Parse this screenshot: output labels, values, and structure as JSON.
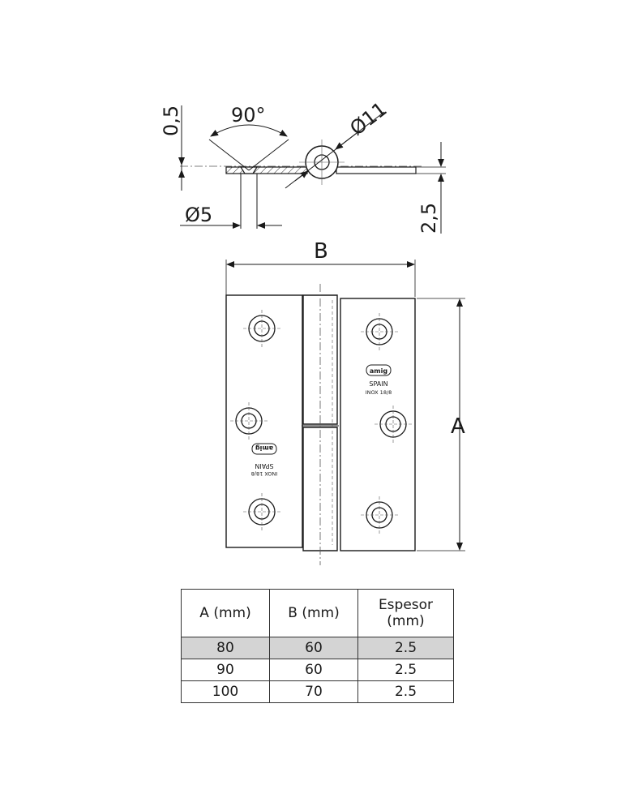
{
  "top_view": {
    "dim_thickness_leaf": "0,5",
    "dim_angle": "90°",
    "dim_knuckle_diameter": "Ø11",
    "dim_hole_diameter": "Ø5",
    "dim_thickness": "2,5"
  },
  "front_view": {
    "dim_width": "B",
    "dim_height": "A",
    "stamp_brand": "amig",
    "stamp_country": "SPAIN",
    "stamp_material": "INOX 18/8"
  },
  "table": {
    "headers": [
      "A (mm)",
      "B (mm)",
      "Espesor (mm)"
    ],
    "rows": [
      [
        "80",
        "60",
        "2.5"
      ],
      [
        "90",
        "60",
        "2.5"
      ],
      [
        "100",
        "70",
        "2.5"
      ]
    ],
    "highlight_row": 0
  }
}
